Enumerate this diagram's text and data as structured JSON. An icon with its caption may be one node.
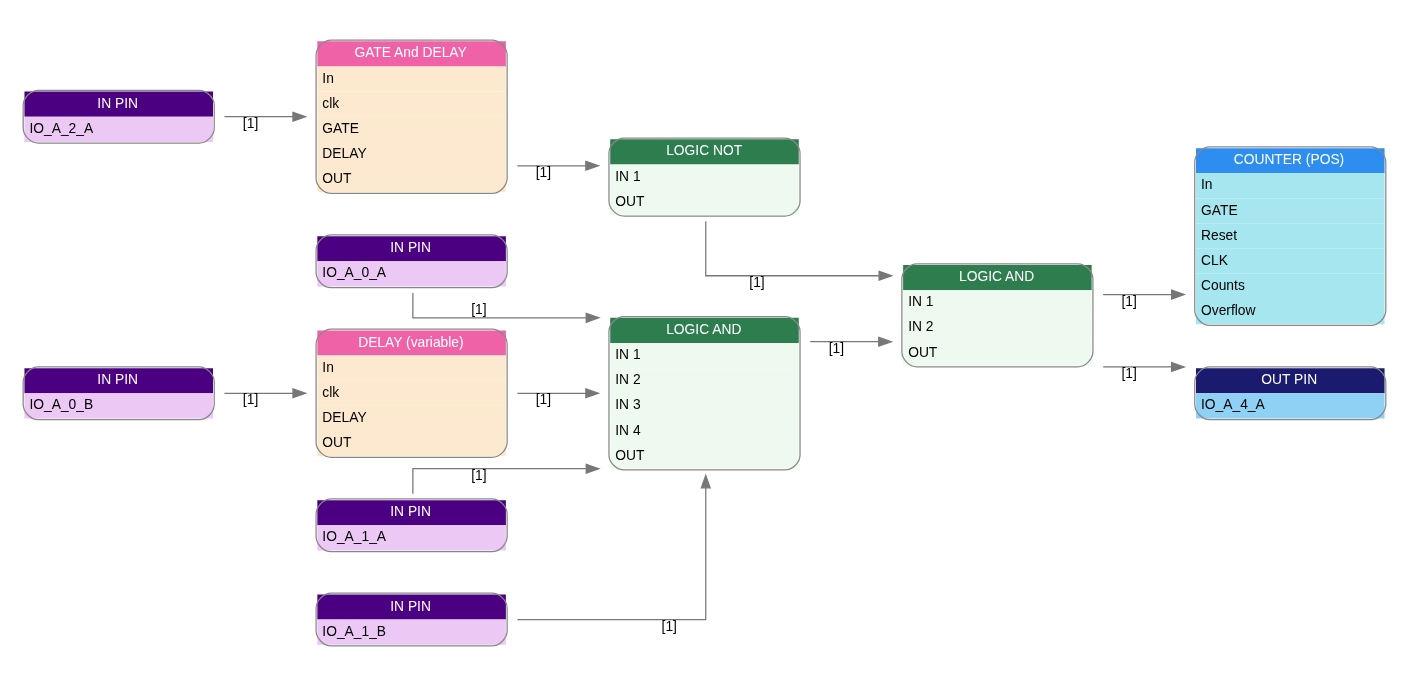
{
  "diagram": {
    "nodes": [
      {
        "text": [
          "IN PIN",
          "IO_A_0_A"
        ]
      },
      {
        "text": [
          "IN PIN",
          "IO_A_0_B"
        ]
      },
      {
        "text": [
          "DELAY (variable)",
          "In",
          "clk",
          "DELAY",
          "OUT"
        ]
      },
      {
        "text": [
          "LOGIC AND",
          "IN 1",
          "IN 2",
          "IN 3",
          "IN 4",
          "OUT"
        ]
      },
      {
        "text": [
          "IN PIN",
          "IO_A_1_A"
        ]
      },
      {
        "text": [
          "IN PIN",
          "IO_A_1_B"
        ]
      },
      {
        "text": [
          "LOGIC AND",
          "IN 1",
          "IN 2",
          "OUT"
        ]
      },
      {
        "text": [
          "COUNTER (POS)",
          "In",
          "GATE",
          "Reset",
          "CLK",
          "Counts",
          "Overflow"
        ]
      },
      {
        "text": [
          "IN PIN",
          "IO_A_2_A"
        ]
      },
      {
        "text": [
          "GATE And DELAY",
          "In",
          "clk",
          "GATE",
          "DELAY",
          "OUT"
        ]
      },
      {
        "text": [
          "LOGIC NOT",
          "IN 1",
          "OUT"
        ]
      },
      {
        "text": [
          "OUT PIN",
          "IO_A_4_A"
        ]
      }
    ],
    "edges": [
      {
        "from": 0,
        "to": 3,
        "arrow": "to",
        "label": "[1]"
      },
      {
        "from": 1,
        "to": 2,
        "arrow": "to",
        "label": "[1]"
      },
      {
        "from": 2,
        "to": 3,
        "arrow": "to",
        "label": "[1]"
      },
      {
        "from": 4,
        "to": 3,
        "arrow": "to",
        "label": "[1]"
      },
      {
        "from": 5,
        "to": 3,
        "arrow": "to",
        "label": "[1]"
      },
      {
        "from": 3,
        "to": 6,
        "arrow": "to",
        "label": "[1]"
      },
      {
        "from": 8,
        "to": 9,
        "arrow": "to",
        "label": "[1]"
      },
      {
        "from": 9,
        "to": 10,
        "arrow": "to",
        "label": "[1]"
      },
      {
        "from": 10,
        "to": 6,
        "arrow": "to",
        "label": "[1]"
      },
      {
        "from": 6,
        "to": 7,
        "arrow": "to",
        "label": "[1]"
      },
      {
        "from": 6,
        "to": 11,
        "arrow": "to",
        "label": "[1]"
      }
    ]
  }
}
